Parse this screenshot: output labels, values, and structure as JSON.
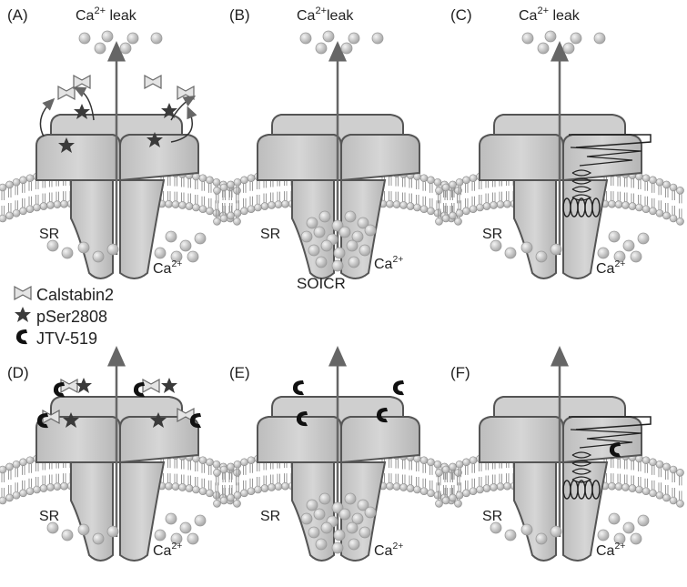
{
  "panels": [
    {
      "id": "A",
      "label": "(A)",
      "top": "Ca",
      "top_sup": "2+",
      "top_after": " leak",
      "sr": "SR",
      "ca": "Ca",
      "ca_sup": "2+"
    },
    {
      "id": "B",
      "label": "(B)",
      "top": "Ca",
      "top_sup": "2+",
      "top_after": "leak",
      "sr": "SR",
      "ca": "Ca",
      "ca_sup": "2+",
      "extra": "SOICR"
    },
    {
      "id": "C",
      "label": "(C)",
      "top": "Ca",
      "top_sup": "2+",
      "top_after": " leak",
      "sr": "SR",
      "ca": "Ca",
      "ca_sup": "2+"
    },
    {
      "id": "D",
      "label": "(D)",
      "sr": "SR",
      "ca": "Ca",
      "ca_sup": "2+"
    },
    {
      "id": "E",
      "label": "(E)",
      "sr": "SR",
      "ca": "Ca",
      "ca_sup": "2+"
    },
    {
      "id": "F",
      "label": "(F)",
      "sr": "SR",
      "ca": "Ca",
      "ca_sup": "2+"
    }
  ],
  "legend": [
    {
      "symbol": "calstabin",
      "text": "Calstabin2"
    },
    {
      "symbol": "pser",
      "text": "pSer2808"
    },
    {
      "symbol": "jtv",
      "text": "JTV-519"
    }
  ],
  "colors": {
    "channel": "#c9c9c9",
    "outline": "#555555",
    "arrow": "#666666",
    "ion": "#d2d2d2",
    "symbol": "#333333"
  }
}
